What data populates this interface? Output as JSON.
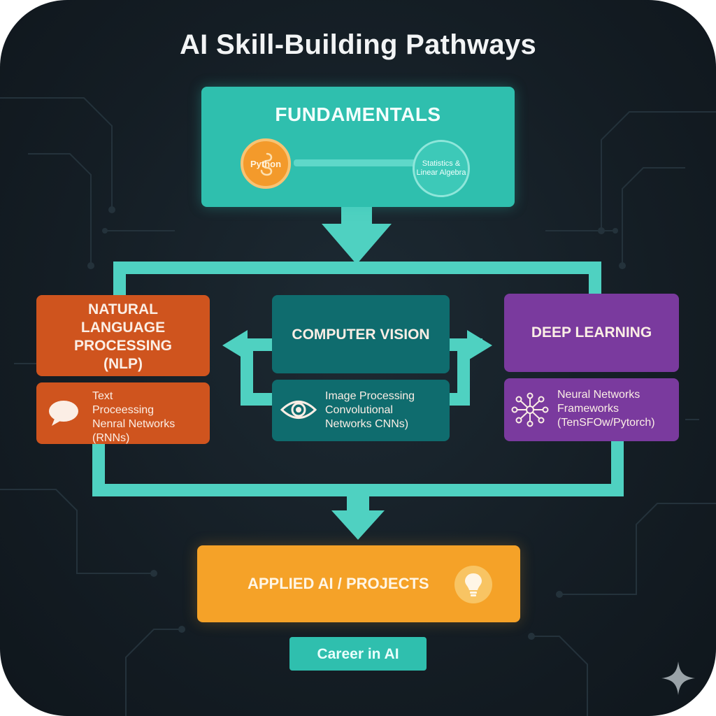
{
  "title": "AI Skill-Building Pathways",
  "fundamentals": {
    "label": "FUNDAMENTALS",
    "python": "Python",
    "stats": "Statistics & Linear Algebra"
  },
  "nlp": {
    "title": "NATURAL LANGUAGE PROCESSING (NLP)",
    "title_lines": [
      "NATURAL",
      "LANGUAGE",
      "PROCESSING",
      "(NLP)"
    ],
    "items": [
      "Text",
      "Proceessing",
      "Nenral Networks",
      "(RNNs)"
    ]
  },
  "cv": {
    "title": "COMPUTER VISION",
    "items": [
      "Image Processing",
      "Convolutional",
      "Networks CNNs)"
    ]
  },
  "dl": {
    "title": "DEEP LEARNING",
    "items": [
      "Neural Networks",
      "Frameworks",
      "(TenSFOw/Pytorch)"
    ]
  },
  "applied": {
    "label": "APPLIED AI / PROJECTS"
  },
  "career": {
    "label": "Career in AI"
  },
  "colors": {
    "background": "#141d24",
    "teal": "#2fbfae",
    "connector": "#4fd1c1",
    "nlp": "#cf541e",
    "cv": "#0f6c6e",
    "dl": "#7a3a9e",
    "applied": "#f5a228"
  },
  "icons": {
    "python": "python-snake-icon",
    "nlp": "speech-bubble-icon",
    "cv": "eye-icon",
    "dl": "neural-network-icon",
    "applied": "lightbulb-icon",
    "corner": "sparkle-icon"
  }
}
